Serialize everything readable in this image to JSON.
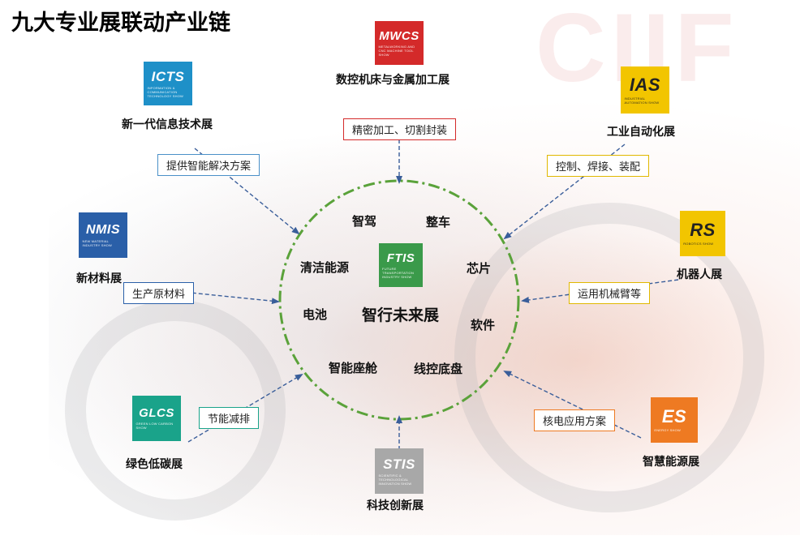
{
  "title": "九大专业展联动产业链",
  "background_watermark": "CIIF",
  "center": {
    "abbr": "FTIS",
    "sub": "FUTURE TRANSPORTATION INDUSTRY SHOW",
    "name": "智行未来展",
    "color": "#3a9a4a"
  },
  "center_nodes": [
    "智驾",
    "整车",
    "清洁能源",
    "芯片",
    "电池",
    "软件",
    "智能座舱",
    "线控底盘"
  ],
  "expos": [
    {
      "id": "ICTS",
      "abbr": "ICTS",
      "sub": "INFORMATION & COMMUNICATION TECHNOLOGY SHOW",
      "name": "新一代信息技术展",
      "color": "#1e90c8",
      "tag": "提供智能解决方案",
      "tag_color": "#4a90c8"
    },
    {
      "id": "MWCS",
      "abbr": "MWCS",
      "sub": "METALWORKING AND CNC MACHINE TOOL SHOW",
      "name": "数控机床与金属加工展",
      "color": "#d42a2a",
      "tag": "精密加工、切割封装",
      "tag_color": "#d42a2a"
    },
    {
      "id": "IAS",
      "abbr": "IAS",
      "sub": "INDUSTRIAL AUTOMATION SHOW",
      "name": "工业自动化展",
      "color": "#f2c500",
      "tag": "控制、焊接、装配",
      "tag_color": "#e0b800"
    },
    {
      "id": "NMIS",
      "abbr": "NMIS",
      "sub": "NEW MATERIAL INDUSTRY SHOW",
      "name": "新材料展",
      "color": "#2a5fa8",
      "tag": "生产原材料",
      "tag_color": "#2a5fa8"
    },
    {
      "id": "RS",
      "abbr": "RS",
      "sub": "ROBOTICS SHOW",
      "name": "机器人展",
      "color": "#f2c500",
      "tag": "运用机械臂等",
      "tag_color": "#e0b800"
    },
    {
      "id": "GLCS",
      "abbr": "GLCS",
      "sub": "GREEN LOW CARBON SHOW",
      "name": "绿色低碳展",
      "color": "#1aa38a",
      "tag": "节能减排",
      "tag_color": "#1aa38a"
    },
    {
      "id": "STIS",
      "abbr": "STIS",
      "sub": "SCIENTIFIC & TECHNOLOGICAL INNOVATION SHOW",
      "name": "科技创新展",
      "color": "#a8a8a8",
      "tag": "",
      "tag_color": "#a8a8a8"
    },
    {
      "id": "ES",
      "abbr": "ES",
      "sub": "ENERGY SHOW",
      "name": "智慧能源展",
      "color": "#ee7a22",
      "tag": "核电应用方案",
      "tag_color": "#ee7a22"
    }
  ]
}
